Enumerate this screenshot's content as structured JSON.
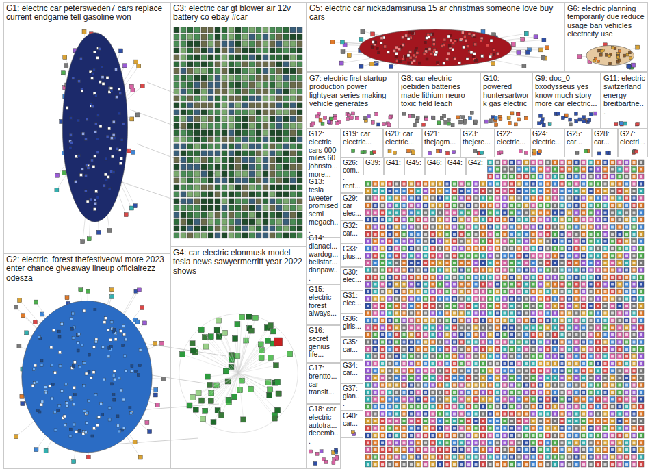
{
  "diagram": {
    "nodes": [
      {
        "text": [
          "G1: electric car petersweden7 cars replace current endgame tell gasoline won"
        ]
      },
      {
        "text": [
          "G3: electric car gt blower air 12v battery co ebay #car"
        ]
      },
      {
        "text": [
          "G5: electric car nickadamsinusa 15 ar christmas someone love buy cars"
        ]
      },
      {
        "text": [
          "G6: electric planning temporarily due reduce usage ban vehicles electricity use"
        ]
      },
      {
        "text": [
          "G2: electric_forest thefestiveowl more 2023 enter chance giveaway lineup officialrezz odesza"
        ]
      },
      {
        "text": [
          "G4: car electric elonmusk model tesla news sawyermerritt year 2022 shows"
        ]
      },
      {
        "text": [
          "G7: electric first startup production power lightyear series making vehicle generates"
        ]
      },
      {
        "text": [
          "G8: car electric joebiden batteries made lithium neuro toxic field leach"
        ]
      },
      {
        "text": [
          "G10: powered huntersartwork gas electric"
        ]
      },
      {
        "text": [
          "G9: doc_0 bxodysseus yes know much story more car electric..."
        ]
      },
      {
        "text": [
          "G11: electric switzerland energy breitbartne..."
        ]
      },
      {
        "text": [
          "G12: electric cars 000 miles 60 johnsto... more..."
        ]
      },
      {
        "text": [
          "G19: car electric..."
        ]
      },
      {
        "text": [
          "G20: car electric..."
        ]
      },
      {
        "text": [
          "G21: thejagm..."
        ]
      },
      {
        "text": [
          "G23: thejere..."
        ]
      },
      {
        "text": [
          "G22: electric..."
        ]
      },
      {
        "text": [
          "G24: electric..."
        ]
      },
      {
        "text": [
          "G25: car..."
        ]
      },
      {
        "text": [
          "G28: car..."
        ]
      },
      {
        "text": [
          "G27: electri..."
        ]
      },
      {
        "text": [
          "G13: tesla tweeter promised semi megach..."
        ]
      },
      {
        "text": [
          "G14: dianaci... wardog... bellstar... danpaw..."
        ]
      },
      {
        "text": [
          "G15: electric forest always..."
        ]
      },
      {
        "text": [
          "G16: secret genius life..."
        ]
      },
      {
        "text": [
          "G17: brentto... car transit..."
        ]
      },
      {
        "text": [
          "G18: car electric autotra... decemb..."
        ]
      },
      {
        "text": [
          "G26: com... rent..."
        ]
      },
      {
        "text": [
          "G39:"
        ]
      },
      {
        "text": [
          "G41:"
        ]
      },
      {
        "text": [
          "G45:"
        ]
      },
      {
        "text": [
          "G46:"
        ]
      },
      {
        "text": [
          "G44:"
        ]
      },
      {
        "text": [
          "G42:"
        ]
      },
      {
        "text": [
          "G29: car elec..."
        ]
      },
      {
        "text": [
          "G32: car..."
        ]
      },
      {
        "text": [
          "G33: plus..."
        ]
      },
      {
        "text": [
          "G30: elec..."
        ]
      },
      {
        "text": [
          "G31: elec..."
        ]
      },
      {
        "text": [
          "G36: girls..."
        ]
      },
      {
        "text": [
          "G35: car..."
        ]
      },
      {
        "text": [
          "G34: car..."
        ]
      },
      {
        "text": [
          "G37: gian..."
        ]
      },
      {
        "text": [
          "G40: car..."
        ]
      }
    ]
  }
}
